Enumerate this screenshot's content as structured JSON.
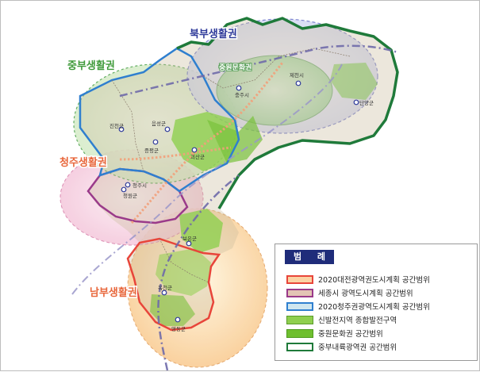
{
  "regions": {
    "north": {
      "label": "북부생활권",
      "color": "#2e3a9a"
    },
    "central": {
      "label": "중부생활권",
      "color": "#3f9a3a"
    },
    "cheongju": {
      "label": "청주생활권",
      "color": "#e8663a"
    },
    "south": {
      "label": "남부생활권",
      "color": "#e8663a"
    },
    "jungwon": {
      "label": "중원문화권",
      "color": "#ffffff"
    }
  },
  "cities": [
    {
      "name": "제천시"
    },
    {
      "name": "충주시"
    },
    {
      "name": "단양군"
    },
    {
      "name": "음성군"
    },
    {
      "name": "진천군"
    },
    {
      "name": "증평군"
    },
    {
      "name": "괴산군"
    },
    {
      "name": "청주시"
    },
    {
      "name": "청원군"
    },
    {
      "name": "보은군"
    },
    {
      "name": "옥천군"
    },
    {
      "name": "영동군"
    }
  ],
  "legend": {
    "title": "범 례",
    "items": [
      {
        "label": "2020대전광역권도시계획 공간범위",
        "fill": "#fbd2a3",
        "border": "#e8453a"
      },
      {
        "label": "세종시 광역도시계획 공간범위",
        "fill": "#e3c4b4",
        "border": "#9a3a8a"
      },
      {
        "label": "2020청주권광역도시계획 공간범위",
        "fill": "#cfe6ef",
        "border": "#2f7fcf"
      },
      {
        "label": "신발전지역 종합발전구역",
        "fill": "#8fcf4f",
        "border": "#5a9a2a"
      },
      {
        "label": "중원문화권 공간범위",
        "fill": "#6fbf2f",
        "border": "#4f9a1f"
      },
      {
        "label": "중부내륙광역권 공간범위",
        "fill": "#ffffff",
        "border": "#1f7a3a"
      }
    ]
  }
}
